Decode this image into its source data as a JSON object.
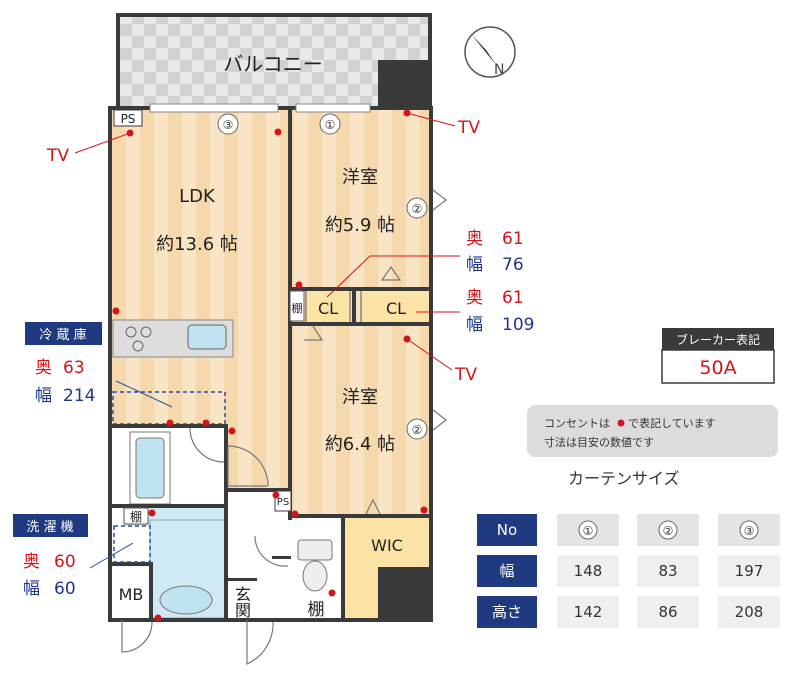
{
  "balcony": "バルコニー",
  "compass": "N",
  "ps_top": "PS",
  "ps_mid": "PS",
  "tv": "TV",
  "ldk": {
    "name": "LDK",
    "size": "約13.6 帖"
  },
  "room1": {
    "name": "洋室",
    "size": "約5.9 帖"
  },
  "room2": {
    "name": "洋室",
    "size": "約6.4 帖"
  },
  "cl": "CL",
  "shelf": "棚",
  "wic": "WIC",
  "mb": "MB",
  "genkan": "玄関",
  "window_nums": [
    "①",
    "②",
    "③"
  ],
  "cl_dims_1": {
    "depth_label": "奥",
    "depth": "61",
    "width_label": "幅",
    "width": "76"
  },
  "cl_dims_2": {
    "depth_label": "奥",
    "depth": "61",
    "width_label": "幅",
    "width": "109"
  },
  "fridge": {
    "title": "冷 蔵 庫",
    "depth_label": "奥",
    "depth": "63",
    "width_label": "幅",
    "width": "214"
  },
  "washer": {
    "title": "洗 濯 機",
    "depth_label": "奥",
    "depth": "60",
    "width_label": "幅",
    "width": "60"
  },
  "breaker": {
    "title": "ブレーカー表記",
    "value": "50A"
  },
  "notice": {
    "line1_a": "コンセントは",
    "line1_b": "で表記しています",
    "line2": "寸法は目安の数値です"
  },
  "curtain": {
    "title": "カーテンサイズ",
    "header": {
      "label": "No",
      "cols": [
        "①",
        "②",
        "③"
      ]
    },
    "rows": [
      {
        "label": "幅",
        "values": [
          "148",
          "83",
          "197"
        ]
      },
      {
        "label": "高さ",
        "values": [
          "142",
          "86",
          "208"
        ]
      }
    ]
  },
  "colors": {
    "red": "#d4141b",
    "blue": "#1f3590",
    "navy": "#1f3a80",
    "wall": "#3a3a3a",
    "floor": "#f5d5a8",
    "cl_fill": "#fbe2a5"
  }
}
